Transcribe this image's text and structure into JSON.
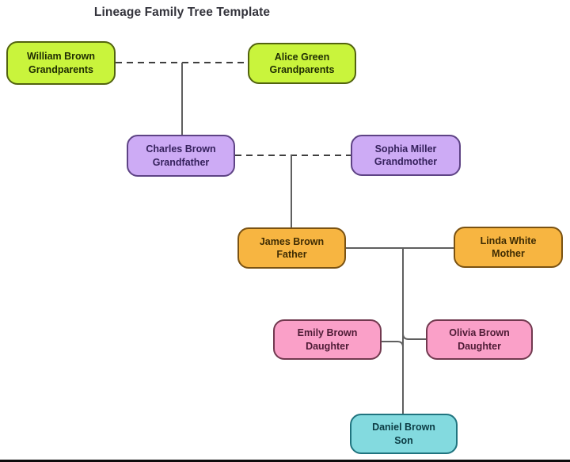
{
  "title": "Lineage Family Tree Template",
  "nodes": [
    {
      "id": "william",
      "name": "William Brown",
      "role": "Grandparents",
      "color": "green"
    },
    {
      "id": "alice",
      "name": "Alice Green",
      "role": "Grandparents",
      "color": "green"
    },
    {
      "id": "charles",
      "name": "Charles Brown",
      "role": "Grandfather",
      "color": "purple"
    },
    {
      "id": "sophia",
      "name": "Sophia Miller",
      "role": "Grandmother",
      "color": "purple"
    },
    {
      "id": "james",
      "name": "James Brown",
      "role": "Father",
      "color": "orange"
    },
    {
      "id": "linda",
      "name": "Linda White",
      "role": "Mother",
      "color": "orange"
    },
    {
      "id": "emily",
      "name": "Emily Brown",
      "role": "Daughter",
      "color": "pink"
    },
    {
      "id": "olivia",
      "name": "Olivia Brown",
      "role": "Daughter",
      "color": "pink"
    },
    {
      "id": "daniel",
      "name": "Daniel Brown",
      "role": "Son",
      "color": "teal"
    }
  ],
  "edges": [
    {
      "from": "william",
      "to": "alice",
      "type": "marriage-dashed"
    },
    {
      "from": "william-alice",
      "to": "charles",
      "type": "descent-solid"
    },
    {
      "from": "charles",
      "to": "sophia",
      "type": "marriage-dashed"
    },
    {
      "from": "charles-sophia",
      "to": "james",
      "type": "descent-solid"
    },
    {
      "from": "james",
      "to": "linda",
      "type": "marriage-solid"
    },
    {
      "from": "james-linda",
      "to": "emily",
      "type": "descent-solid"
    },
    {
      "from": "james-linda",
      "to": "olivia",
      "type": "descent-solid"
    },
    {
      "from": "james-linda",
      "to": "daniel",
      "type": "descent-solid"
    }
  ],
  "colors": {
    "green": {
      "fill": "#C9F43C",
      "border": "#52630f",
      "text": "#1f2d03"
    },
    "purple": {
      "fill": "#CDABF5",
      "border": "#5e4385",
      "text": "#35215c"
    },
    "orange": {
      "fill": "#F7B541",
      "border": "#7a5212",
      "text": "#3f2c03"
    },
    "pink": {
      "fill": "#FAA0C8",
      "border": "#71394f",
      "text": "#4d1b35"
    },
    "teal": {
      "fill": "#83DADF",
      "border": "#20747f",
      "text": "#0c3c44"
    },
    "title_text": "#33333b",
    "line_solid": "#5f5f5f",
    "line_dashed": "#3f3f3f",
    "bottom_bar": "#0d0d0d"
  }
}
